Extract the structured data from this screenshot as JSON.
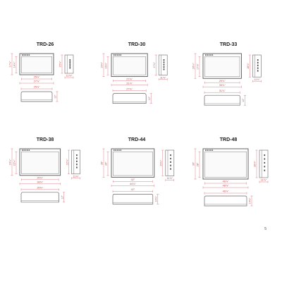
{
  "page": {
    "number": "5"
  },
  "accent_color": "#c0504d",
  "models": [
    {
      "name": "TRD-26",
      "front_width": "25⅛\"",
      "overall_width": "27⅞\"",
      "front_height": "14⅞\"",
      "overall_height": "17⅛\"",
      "side_depth": "11⅞\"",
      "side_height": "15⅝\"",
      "top_width": "25⅛\"",
      "top_depth": "12\""
    },
    {
      "name": "TRD-30",
      "front_width": "27⅞\"",
      "overall_width": "31⅞\"",
      "front_height": "16⅛\"",
      "overall_height": "19⅛\"",
      "side_depth": "11⅞\"",
      "side_height": "17⅝\"",
      "top_width": "27⅞\"",
      "top_depth": "12\""
    },
    {
      "name": "TRD-33",
      "front_width": "29⅞\"",
      "overall_width": "33⅞\"",
      "front_height": "17⅝\"",
      "overall_height": "20⅛\"",
      "side_depth": "11⅞\"",
      "side_height": "18⅝\"",
      "top_width": "31⅞\"",
      "top_depth": "12\""
    },
    {
      "name": "TRD-38",
      "front_width": "35⅞\"",
      "overall_width": "38⅞\"",
      "front_height": "22⅛\"",
      "overall_height": "24⅞\"",
      "side_depth": "11⅞\"",
      "side_height": "22⅝\"",
      "top_width": "35⅞\"",
      "top_depth": "12\""
    },
    {
      "name": "TRD-44",
      "front_width": "42\"",
      "overall_width": "44⅞\"",
      "front_height": "26\"",
      "overall_height": "28\"",
      "side_depth": "11⅞\"",
      "side_height": "26⅝\"",
      "top_width": "42\"",
      "top_depth": "14⅜\""
    },
    {
      "name": "TRD-48",
      "front_width": "46⅞\"",
      "overall_width": "48⅞\"",
      "front_height": "28\"",
      "overall_height": "30\"",
      "side_depth": "11⅞\"",
      "side_height": "28⅝\"",
      "top_width": "46⅞\"",
      "top_depth": "14⅜\""
    }
  ]
}
